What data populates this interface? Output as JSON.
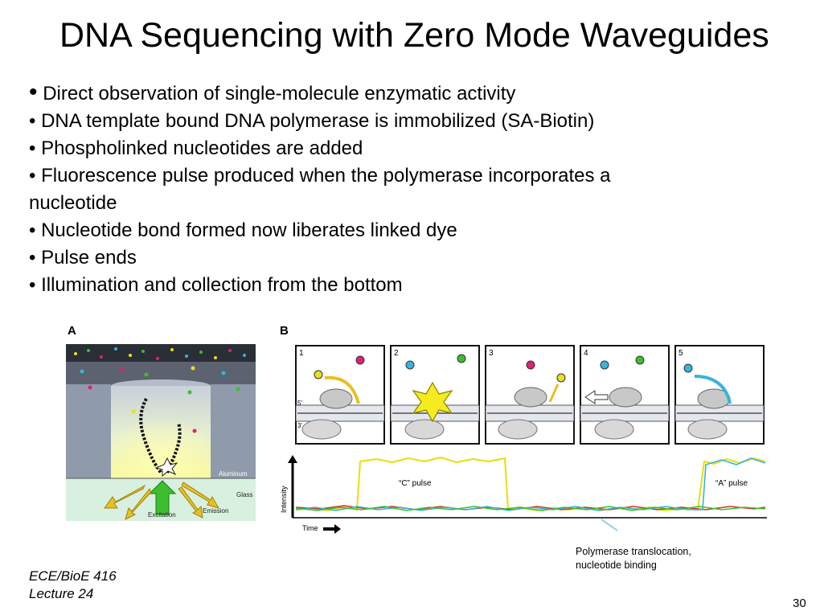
{
  "slide": {
    "title": "DNA Sequencing with Zero Mode Waveguides",
    "bullets": [
      {
        "marker": "•",
        "text": "Direct observation of single-molecule enzymatic activity"
      },
      {
        "marker": "•",
        "text": "DNA template bound DNA polymerase is immobilized (SA-Biotin)"
      },
      {
        "marker": "•",
        "text": "Phospholinked nucleotides are added"
      },
      {
        "marker": "•",
        "text": "Fluorescence pulse produced when the polymerase incorporates a"
      },
      {
        "marker": "",
        "text": "nucleotide"
      },
      {
        "marker": "•",
        "text": "Nucleotide bond formed now liberates linked dye"
      },
      {
        "marker": "•",
        "text": "Pulse ends"
      },
      {
        "marker": "•",
        "text": "Illumination and collection from the bottom"
      }
    ],
    "footer": {
      "line1": "ECE/BioE 416",
      "line2": "Lecture 24"
    },
    "page_number": "30"
  },
  "figure": {
    "panel_a": {
      "label": "A",
      "aluminum_label": "Aluminum",
      "glass_label": "Glass",
      "excitation_label": "Excitation",
      "emission_label": "Emission"
    },
    "panel_b": {
      "label": "B",
      "frames": [
        "1",
        "2",
        "3",
        "4",
        "5"
      ],
      "strand_label_5": "5'",
      "strand_label_3": "3'",
      "y_axis_label": "Intensity",
      "x_axis_label": "Time",
      "pulse_c_label": "“C” pulse",
      "pulse_a_label": "“A” pulse",
      "caption_line1": "Polymerase translocation,",
      "caption_line2": "nucleotide binding"
    },
    "colors": {
      "yellow": "#e8e020",
      "cyan": "#38b4dc",
      "magenta": "#e0207a",
      "green": "#3cbf2c",
      "red": "#d83030",
      "aluminum": "#8f9bab",
      "glass": "#d8f0e0"
    }
  }
}
